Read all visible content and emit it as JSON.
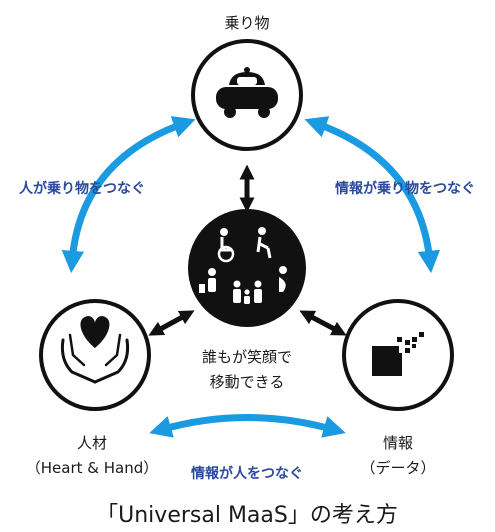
{
  "nodes": {
    "vehicle": {
      "label": "乗り物"
    },
    "people": {
      "label": "人材",
      "sublabel": "（Heart & Hand）"
    },
    "info": {
      "label": "情報",
      "sublabel": "（データ）"
    }
  },
  "center": {
    "line1": "誰もが笑顔で",
    "line2": "移動できる"
  },
  "links": {
    "people_vehicle": "人が乗り物をつなぐ",
    "info_vehicle": "情報が乗り物をつなぐ",
    "info_people": "情報が人をつなぐ"
  },
  "caption": "「Universal MaaS」の考え方",
  "colors": {
    "arrow_blue": "#1a9ae0",
    "text_blue": "#2a4a9c",
    "black": "#111111"
  },
  "icons": {
    "vehicle": "car-icon",
    "people": "heart-in-hands-icon",
    "info": "data-cube-icon",
    "center": "diverse-people-icon"
  }
}
